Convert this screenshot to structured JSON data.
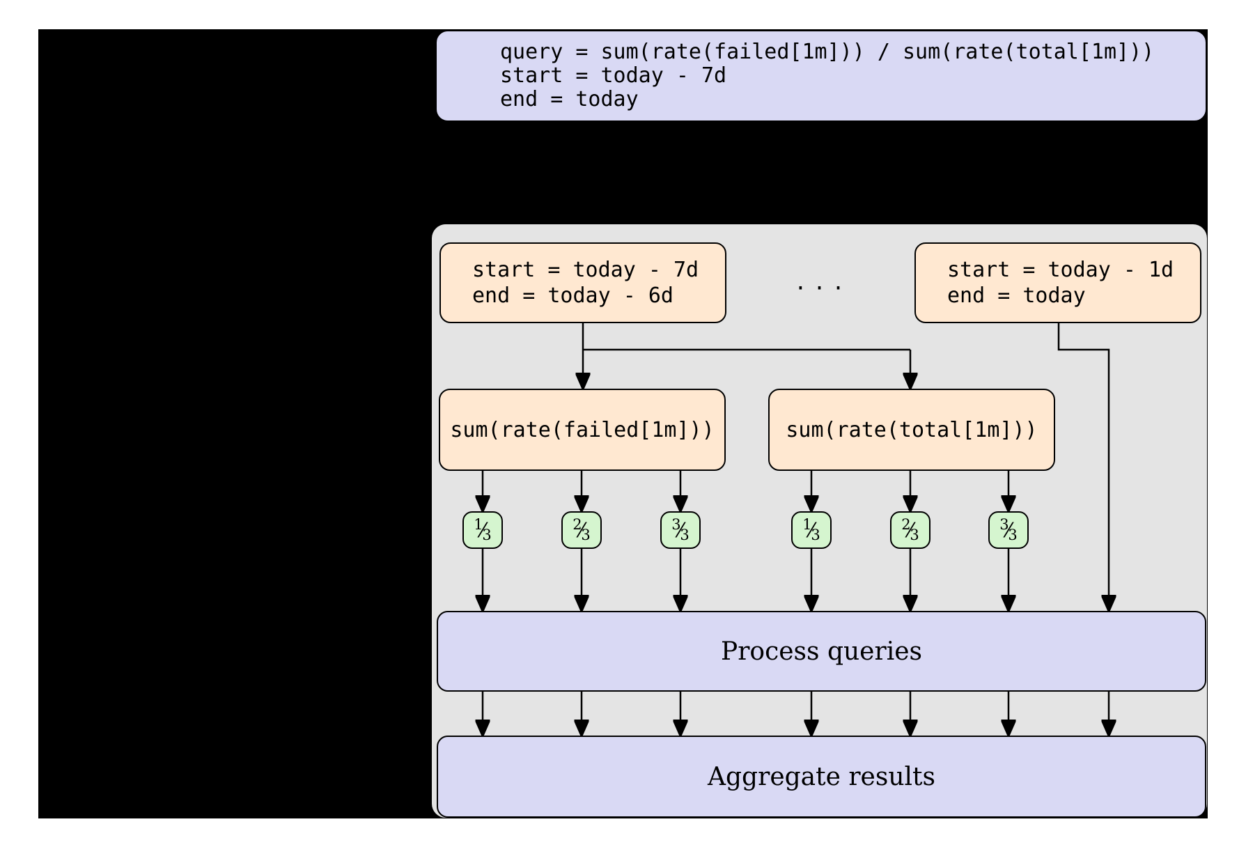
{
  "colors": {
    "page_bg": "#ffffff",
    "backdrop": "#000000",
    "lavender": "#d9d9f4",
    "peach": "#ffe8d1",
    "green": "#d5f5cf",
    "panel_gray": "#e4e4e4",
    "line": "#000000"
  },
  "query_definition": {
    "lines": [
      "query = sum(rate(failed[1m])) / sum(rate(total[1m]))",
      "start = today - 7d",
      "end = today"
    ]
  },
  "pipeline": {
    "range_boxes": [
      {
        "lines": [
          "start = today - 7d",
          "end = today - 6d"
        ]
      },
      {
        "lines": [
          "start = today - 1d",
          "end = today"
        ]
      }
    ],
    "ellipsis": "...",
    "subqueries": [
      {
        "label": "sum(rate(failed[1m]))"
      },
      {
        "label": "sum(rate(total[1m]))"
      }
    ],
    "fraction_slash": "⁄",
    "shards": [
      {
        "num": "1",
        "den": "3"
      },
      {
        "num": "2",
        "den": "3"
      },
      {
        "num": "3",
        "den": "3"
      },
      {
        "num": "1",
        "den": "3"
      },
      {
        "num": "2",
        "den": "3"
      },
      {
        "num": "3",
        "den": "3"
      }
    ],
    "process_label": "Process queries",
    "aggregate_label": "Aggregate results"
  }
}
